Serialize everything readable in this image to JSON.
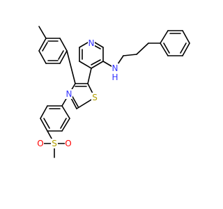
{
  "labels": {
    "n_pyridine": "N",
    "n_amine": "N",
    "h_amine": "H",
    "n_thiazole": "N",
    "s_thiazole": "S",
    "s_sulfonyl": "S",
    "o_left": "O",
    "o_right": "O"
  },
  "colors": {
    "nitrogen": "#3333ff",
    "sulfur": "#b2a000",
    "oxygen": "#ff0000",
    "bond": "#000000"
  }
}
